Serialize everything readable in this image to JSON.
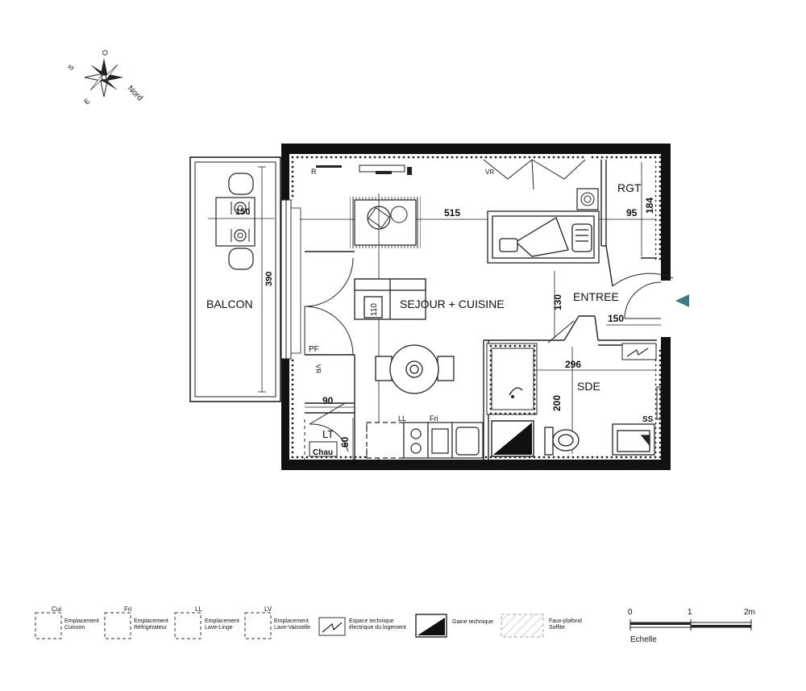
{
  "compass": {
    "north": "Nord",
    "south": "S",
    "east": "E",
    "west": "O"
  },
  "rooms": {
    "sejour": "SEJOUR + CUISINE",
    "balcon": "BALCON",
    "entree": "ENTREE",
    "rgt": "RGT",
    "sde": "SDE",
    "lt": "LT",
    "chau": "Chau",
    "pf": "PF",
    "ss": "SS"
  },
  "dimensions": {
    "d515": "515",
    "d150_top": "150",
    "d390": "390",
    "d95": "95",
    "d184": "184",
    "d130": "130",
    "d150": "150",
    "d296": "296",
    "d200": "200",
    "d90": "90",
    "d60": "60",
    "d110": "110"
  },
  "fixtures": {
    "r": "R",
    "vr1": "VR",
    "vr2": "VR",
    "ll": "LL",
    "fri": "Fri"
  },
  "legend": [
    {
      "code": "Cui",
      "text1": "Emplacement",
      "text2": "Cuisson"
    },
    {
      "code": "Fri",
      "text1": "Emplacement",
      "text2": "Réfrigérateur"
    },
    {
      "code": "LL",
      "text1": "Emplacement",
      "text2": "Lave-Linge"
    },
    {
      "code": "LV",
      "text1": "Emplacement",
      "text2": "Lave-Vaisselle"
    },
    {
      "code": "",
      "text1": "Espace technique",
      "text2": "électrique du logement"
    },
    {
      "code": "",
      "text1": "Gaine technique",
      "text2": ""
    },
    {
      "code": "",
      "text1": "Faux-plafond",
      "text2": "Soffite"
    }
  ],
  "scale": {
    "label": "Echelle",
    "t0": "0",
    "t1": "1",
    "t2": "2m"
  }
}
